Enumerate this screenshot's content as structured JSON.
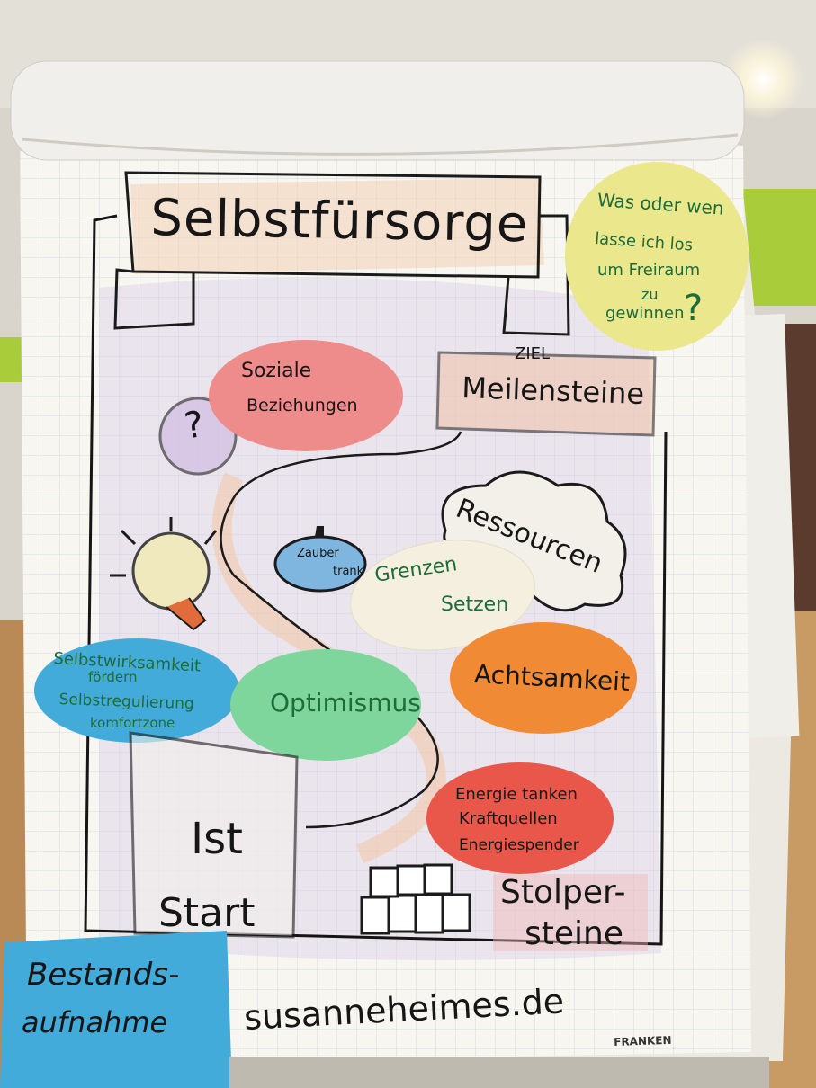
{
  "board": {
    "title": "Selbstfürsorge",
    "ziel": "ZIEL",
    "meilensteine": "Meilensteine",
    "question_circle": [
      "Was oder wen",
      "lasse ich los",
      "um Freiraum",
      "zu",
      "gewinnen",
      "?"
    ],
    "question_mark_bubble": "?",
    "soziale": [
      "Soziale",
      "Beziehungen"
    ],
    "ressourcen": "Ressourcen",
    "zaubertrank": [
      "Zauber",
      "trank"
    ],
    "grenzen": [
      "Grenzen",
      "Setzen"
    ],
    "selbstwirksamkeit": [
      "Selbstwirksamkeit",
      "fördern",
      "Selbstregulierung",
      "komfortzone"
    ],
    "optimismus": "Optimismus",
    "achtsamkeit": "Achtsamkeit",
    "energie": [
      "Energie tanken",
      "Kraftquellen",
      "Energiespender"
    ],
    "ist": "Ist",
    "start": "Start",
    "stolpersteine": [
      "Stolper-",
      "steine"
    ],
    "bestandsaufnahme": [
      "Bestands-",
      "aufnahme"
    ],
    "website": "susanneheimes.de",
    "brand": "FRANKEN"
  },
  "colors": {
    "pink": "#ee8b8b",
    "yellow": "#eae78c",
    "orange": "#f08a35",
    "green": "#7ed69c",
    "blue": "#43abd9",
    "red": "#e8574a",
    "cream": "#f4efdf",
    "wall_green": "#a8cc3a"
  }
}
